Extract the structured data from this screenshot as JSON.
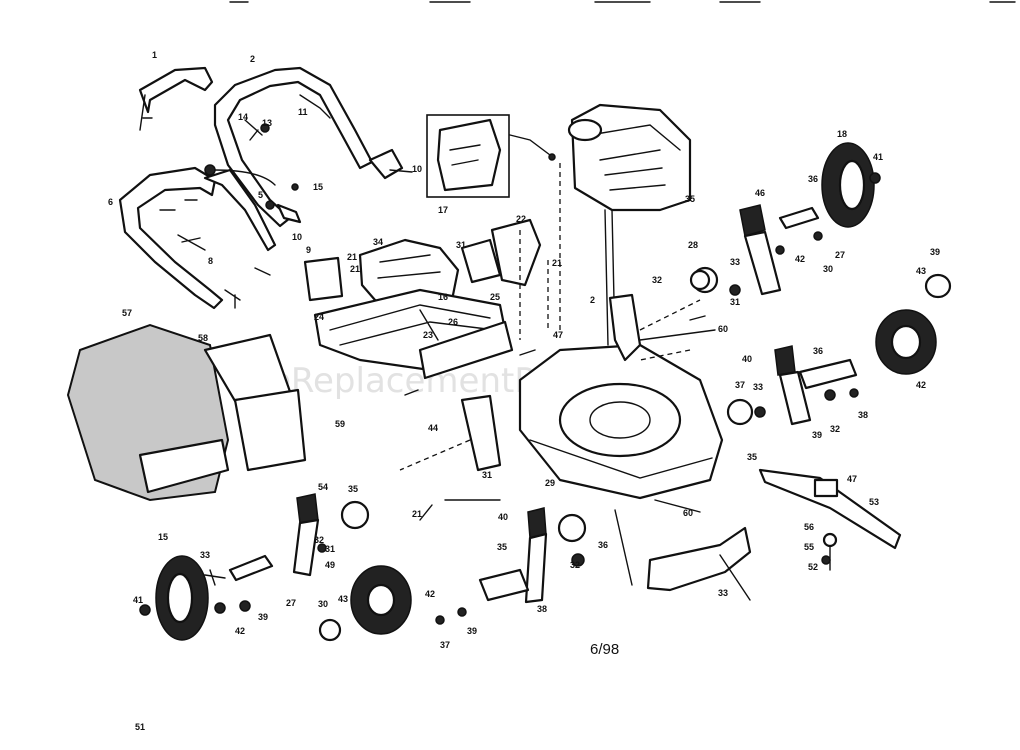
{
  "watermark": "eReplacementParts.com",
  "footer_date": "6/98",
  "callouts": [
    "1",
    "2",
    "14",
    "13",
    "11",
    "10",
    "15",
    "5",
    "6",
    "10",
    "8",
    "9",
    "21",
    "34",
    "21",
    "16",
    "17",
    "22",
    "31",
    "21",
    "25",
    "24",
    "23",
    "26",
    "57",
    "58",
    "59",
    "35",
    "47",
    "60",
    "2",
    "28",
    "32",
    "31",
    "33",
    "46",
    "36",
    "18",
    "41",
    "42",
    "30",
    "27",
    "39",
    "43",
    "42",
    "40",
    "36",
    "37",
    "33",
    "32",
    "38",
    "39",
    "35",
    "44",
    "31",
    "29",
    "21",
    "60",
    "47",
    "53",
    "54",
    "35",
    "32",
    "31",
    "49",
    "33",
    "15",
    "41",
    "42",
    "39",
    "27",
    "30",
    "43",
    "42",
    "40",
    "35",
    "37",
    "39",
    "38",
    "36",
    "32",
    "33",
    "56",
    "55",
    "52",
    "51"
  ]
}
